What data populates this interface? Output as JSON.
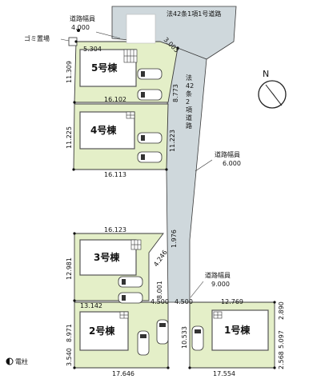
{
  "road_labels": {
    "top_right": "法42条1項1号道路",
    "top_width_title": "道路幅員",
    "top_width_value": "4.000",
    "private_road_vertical": [
      "法",
      "42",
      "条",
      "2",
      "項",
      "道",
      "路"
    ],
    "mid_width_title": "道路幅員",
    "mid_width_value": "6.000",
    "low_width_title": "道路幅員",
    "low_width_value": "9.000"
  },
  "garbage_label": "ゴミ置場",
  "pole_label": "電柱",
  "buildings": [
    {
      "label": "5号棟"
    },
    {
      "label": "4号棟"
    },
    {
      "label": "3号棟"
    },
    {
      "label": "2号棟"
    },
    {
      "label": "1号棟"
    }
  ],
  "dimensions": {
    "d_5304": "5.304",
    "d_3003": "3.003",
    "d_11309": "11.309",
    "d_8773": "8.773",
    "d_16102": "16.102",
    "d_11225": "11.225",
    "d_11223": "11.223",
    "d_16113": "16.113",
    "d_16123": "16.123",
    "d_1976": "1.976",
    "d_4246": "4.246",
    "d_12981": "12.981",
    "d_8001": "8.001",
    "d_13142": "13.142",
    "d_4500a": "4.500",
    "d_4500b": "4.500",
    "d_12769": "12.769",
    "d_2890": "2.890",
    "d_8971": "8.971",
    "d_10533": "10.533",
    "d_5097": "5.097",
    "d_3540": "3.540",
    "d_2568": "2.568",
    "d_17646": "17.646",
    "d_17554": "17.554"
  },
  "colors": {
    "lot": "#e4efc8",
    "road": "#cfd8dc",
    "border": "#3a3a3a",
    "building": "#ffffff"
  }
}
